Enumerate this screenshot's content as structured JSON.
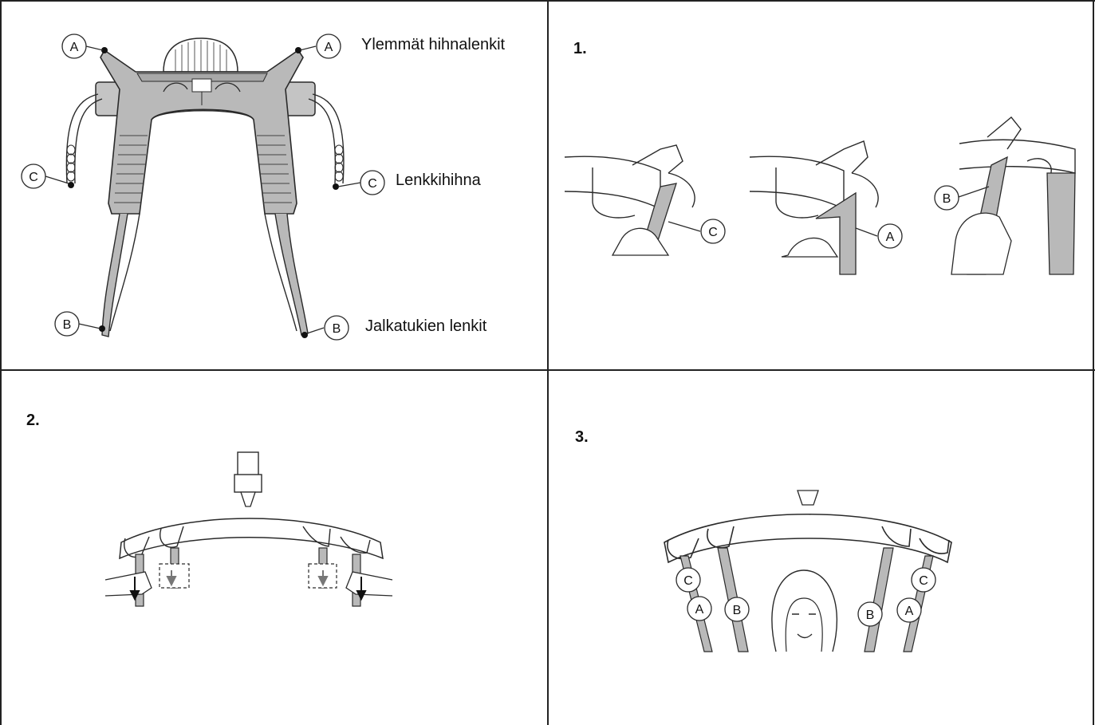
{
  "legend": {
    "upper_loops": "Ylemmät hihnalenkit",
    "loop_strap": "Lenkkihihna",
    "leg_loops": "Jalkatukien lenkit"
  },
  "markers": {
    "a": "A",
    "b": "B",
    "c": "C"
  },
  "steps": {
    "one": "1.",
    "two": "2.",
    "three": "3."
  },
  "colors": {
    "sling_fill": "#b9b9b9",
    "line": "#2a2a2a",
    "border": "#222222"
  }
}
